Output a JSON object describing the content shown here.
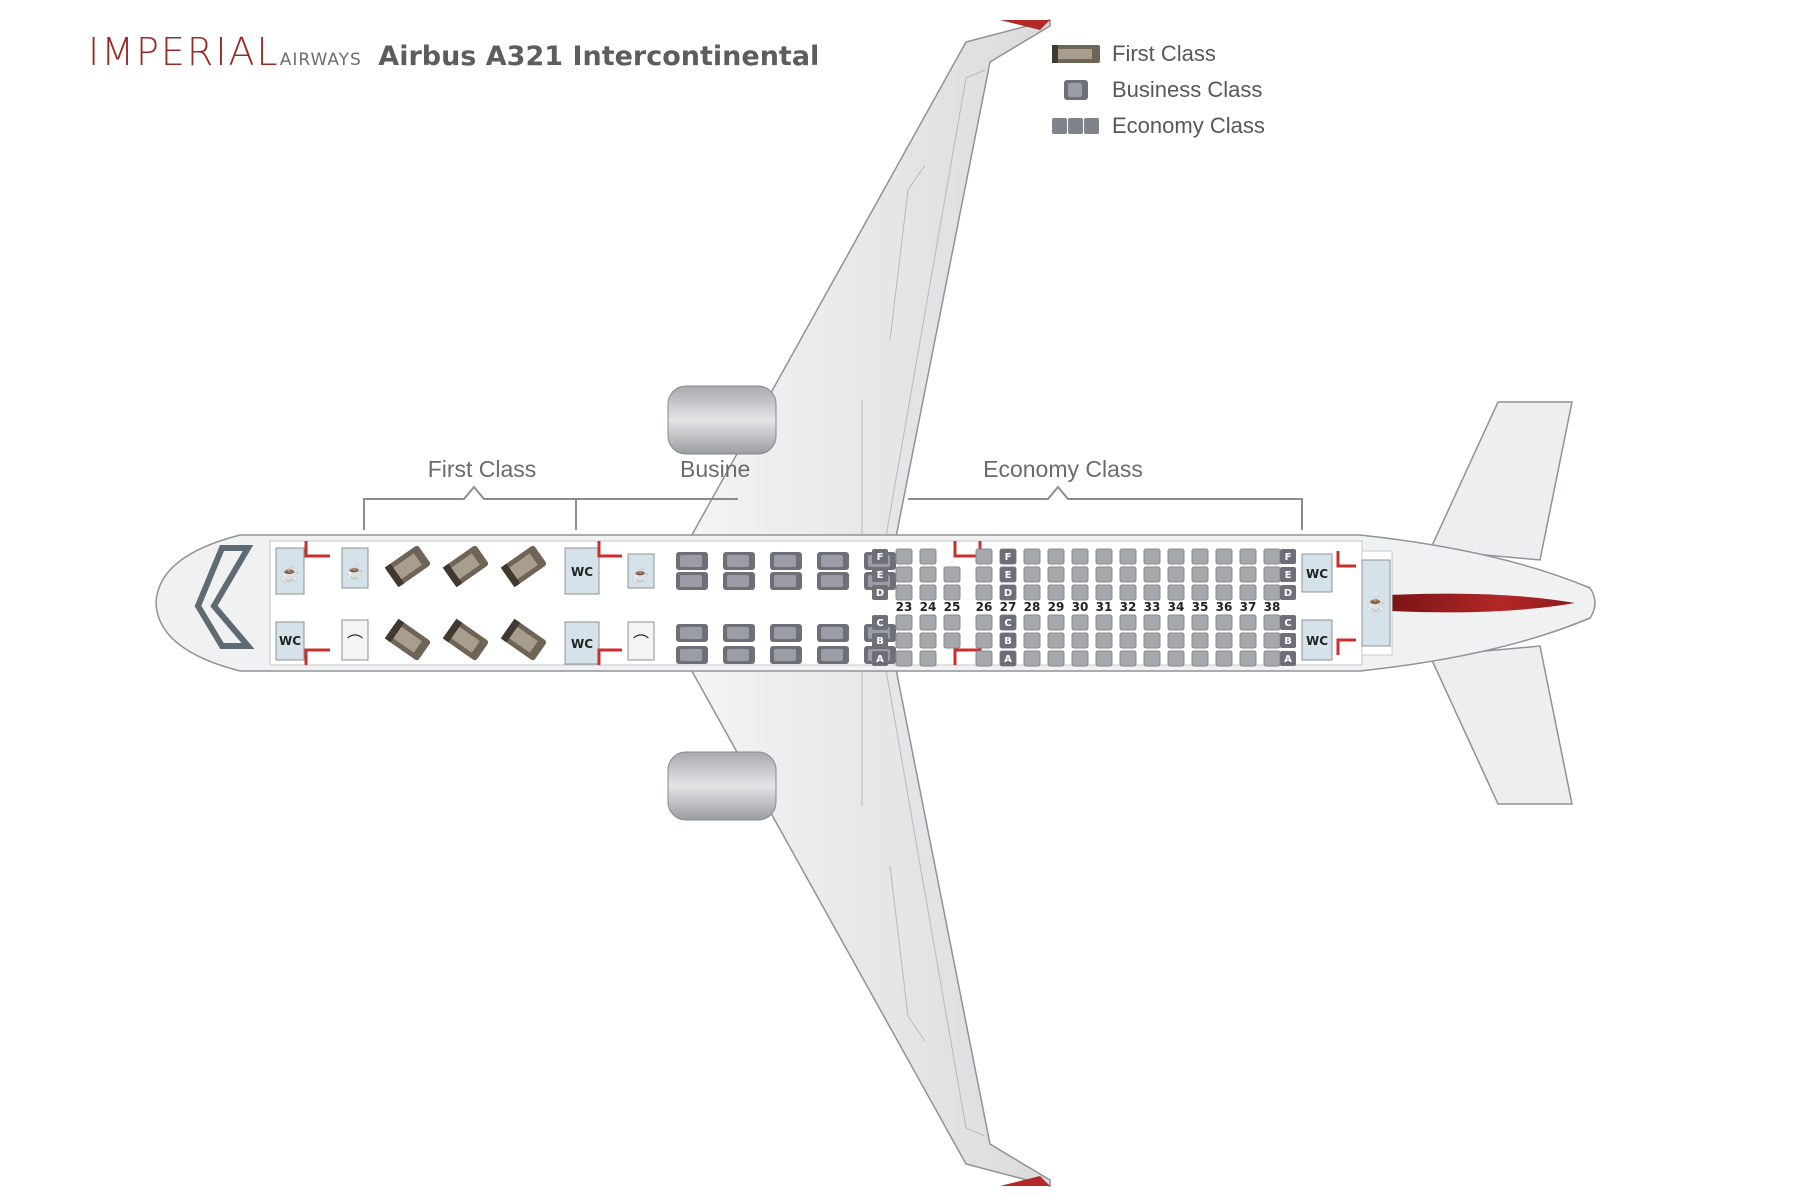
{
  "header": {
    "brand": "IMPERIAL",
    "brand_sub": "AIRWAYS",
    "model": "Airbus A321 Intercontinental"
  },
  "legend": [
    {
      "label": "First Class",
      "icon": "first-class-seat-icon"
    },
    {
      "label": "Business Class",
      "icon": "business-class-seat-icon"
    },
    {
      "label": "Economy Class",
      "icon": "economy-class-seat-icon"
    }
  ],
  "sections": {
    "first": "First Class",
    "business": "Busine",
    "economy": "Economy Class"
  },
  "wc_label": "WC",
  "rows": [
    "23",
    "24",
    "25",
    "26",
    "27",
    "28",
    "29",
    "30",
    "31",
    "32",
    "33",
    "34",
    "35",
    "36",
    "37",
    "38"
  ],
  "seat_letters_left": [
    "F",
    "E",
    "D"
  ],
  "seat_letters_right": [
    "C",
    "B",
    "A"
  ],
  "colors": {
    "brand": "#9a2a26",
    "exit_marks": "#c8302c",
    "first_seat": "#6f6456",
    "business_seat": "#6d7078",
    "economy_seat": "#a5a8ad"
  }
}
